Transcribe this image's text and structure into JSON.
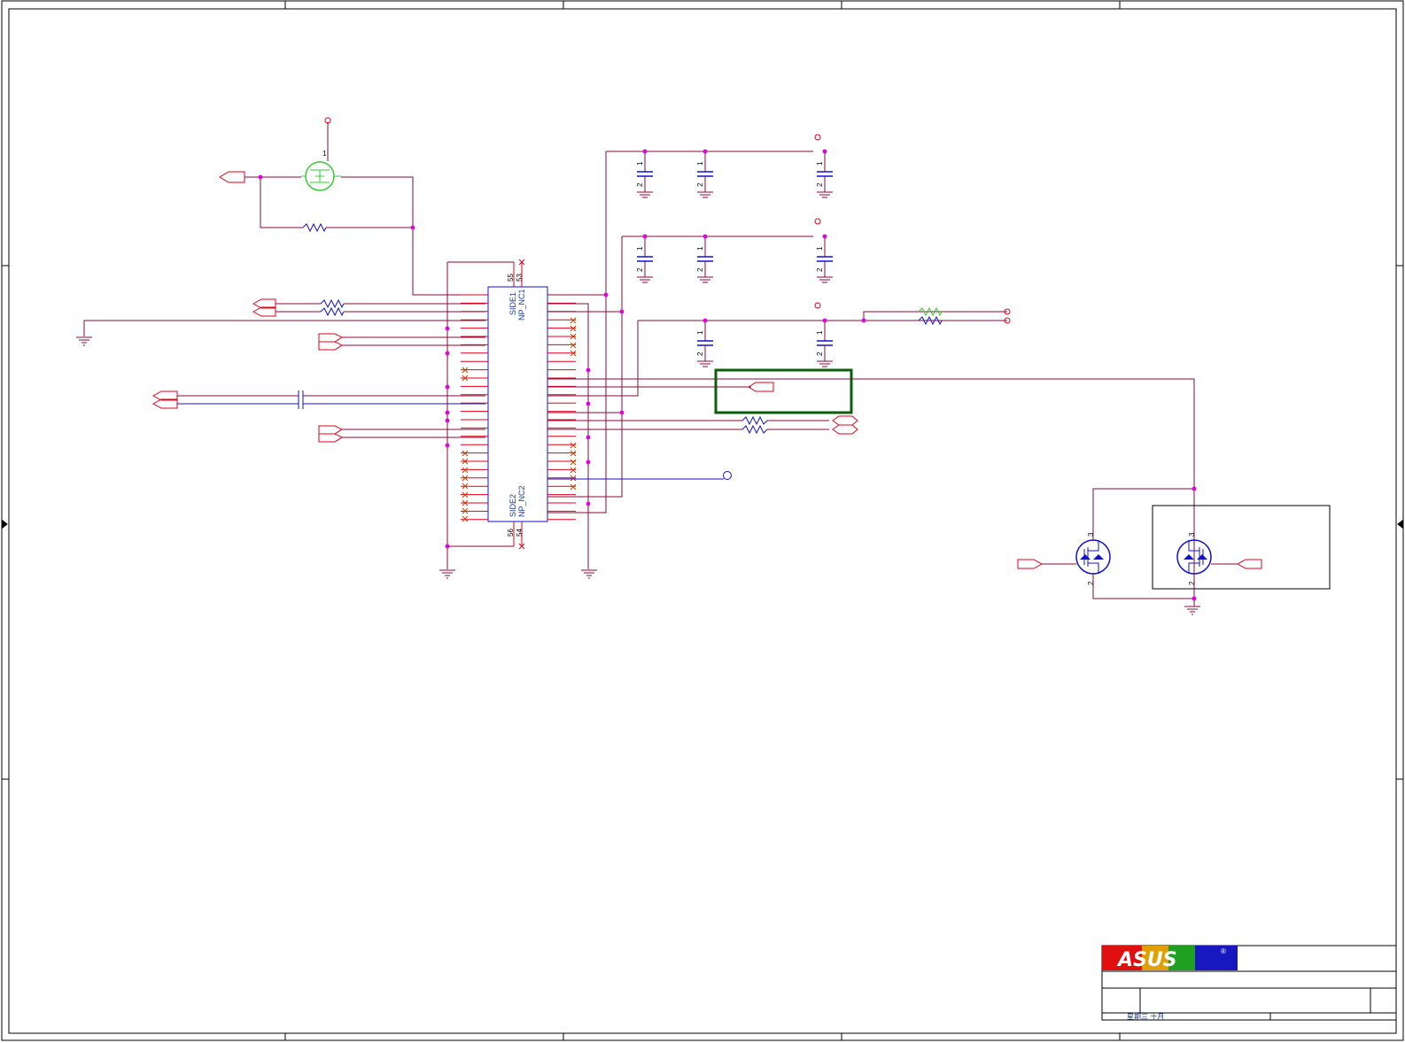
{
  "connector": {
    "labels_top": [
      "SIDE1",
      "NP_NC1"
    ],
    "labels_bottom": [
      "SIDE2",
      "NP_NC2"
    ],
    "pins_top": [
      "55",
      "53"
    ],
    "pins_bottom": [
      "56",
      "54"
    ]
  },
  "capacitor_pins": {
    "top": "1",
    "bottom": "2"
  },
  "mosfet_pins": {
    "drain": "3",
    "source": "2"
  },
  "pmos_pin": "1",
  "title_block": {
    "logo_text": "ASUS",
    "registered_mark": "®",
    "date_text": "星期三 十月"
  },
  "colors": {
    "wire": "#8b0a3a",
    "pin": "#e0001a",
    "part": "#1010d0",
    "highlight": "#0b5e0b",
    "junction": "#e000e0",
    "mosfet_p": "#33cc33",
    "border": "#000000"
  }
}
